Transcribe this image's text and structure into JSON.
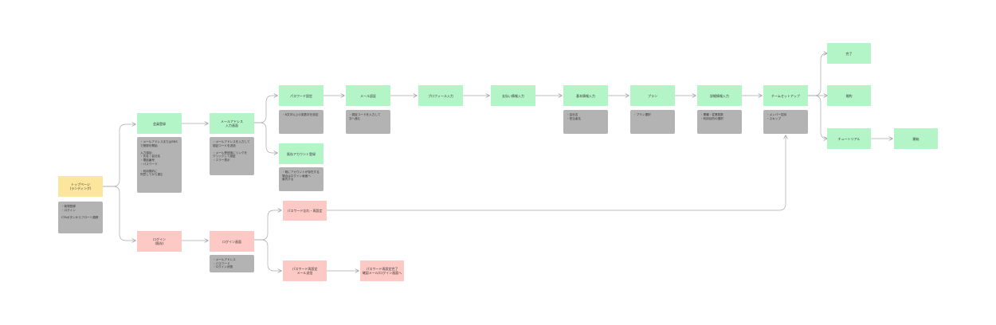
{
  "nodes": {
    "top_page": "トップページ\n(ランディング)",
    "register": "会員登録",
    "email_input": "メールアドレス\n入力画面",
    "password_setting": "パスワード設定",
    "email_verify": "メール認証",
    "profile_input": "プロフィール入力",
    "payment_input": "支払い情報入力",
    "basic_info_input": "基本情報入力",
    "plan": "プラン",
    "detail_info_input": "詳細情報入力",
    "team_setup": "チームセットアップ",
    "completed": "完了",
    "terms": "規約",
    "tutorial": "チュートリアル",
    "start": "開始",
    "account_error": "既存アカウント登録",
    "login": "ログイン\n(既存)",
    "login_screen": "ログイン画面",
    "forgot_password": "パスワード忘れ・再設定",
    "password_reset_mail": "パスワード再設定\nメール送信",
    "reset_complete": "パスワード再設定完了\n確認メール/ログイン画面へ"
  },
  "notes": {
    "top_page": "・新規登録\n・ログイン\n\nCTAボタンからフローへ遷移",
    "register": "・メールアドレスまたはSNS\n  で登録を開始\n\n入力項目:\n・氏名 / 会社名\n・電話番号\n・パスワード\n\n・利用規約に\n  同意してから進む",
    "email_input": "・メールアドレスを入力して\n  認証コードを送信\n\n・メール受信後にリンクを\n  クリックして認証\n・エラー表示",
    "password_setting": "・8文字以上の英数字を設定",
    "account_error": "・既にアカウントが存在する\n  場合はログイン画面へ\n  案内する",
    "email_verify": "・認証コードを入力して\n  次へ進む",
    "basic_info_input": "・会社名\n・担当者名",
    "plan": "・プラン選択",
    "detail_info_input": "・業種・従業員数\n・利用目的の選択",
    "team_setup": "・メンバー招待\n・スキップ",
    "login_screen": "・メールアドレス\n・パスワード\n・ログイン状態"
  }
}
